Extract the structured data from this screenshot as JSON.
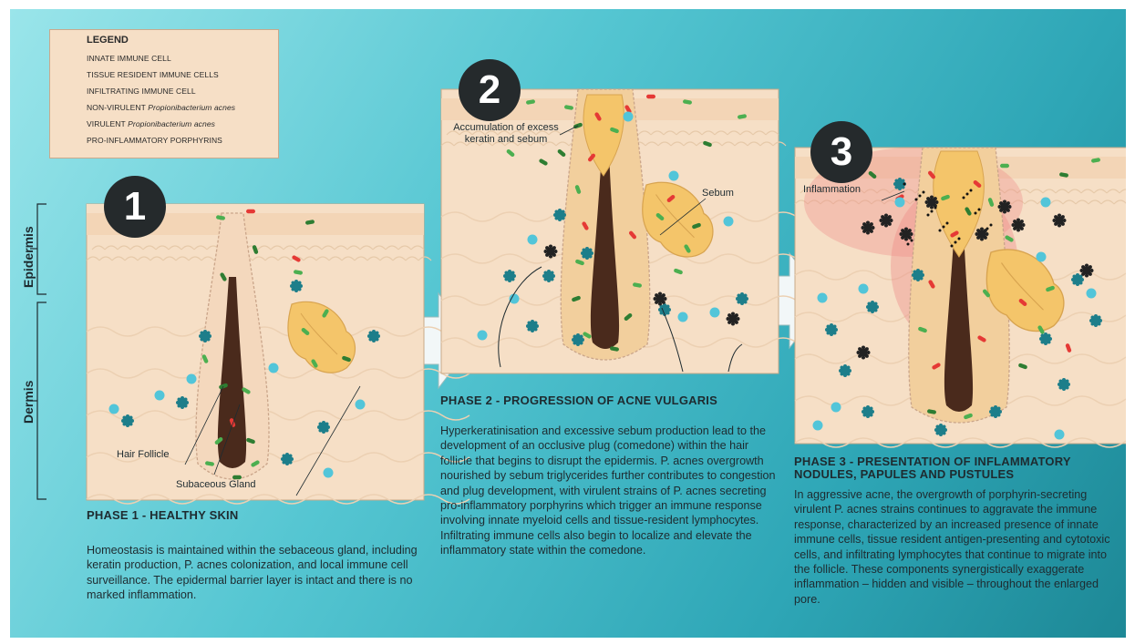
{
  "legend": {
    "title": "LEGEND",
    "items": [
      {
        "key": "innate",
        "label": "INNATE IMMUNE CELL",
        "icon": "innate-immune-cell-icon",
        "color": "#52c5d9"
      },
      {
        "key": "resident",
        "label": "TISSUE RESIDENT IMMUNE CELLS",
        "icon": "tissue-resident-cell-icon",
        "color": "#1d7e8a"
      },
      {
        "key": "infiltrating",
        "label": "INFILTRATING IMMUNE CELL",
        "icon": "infiltrating-cell-icon",
        "color": "#222222"
      },
      {
        "key": "nonvirulent",
        "label": "NON-VIRULENT",
        "label_italic": "Propionibacterium acnes",
        "icon": "non-virulent-bacteria-icon",
        "color": "#4caf50"
      },
      {
        "key": "virulent",
        "label": "VIRULENT",
        "label_italic": "Propionibacterium acnes",
        "icon": "virulent-bacteria-icon",
        "color": "#e53935"
      },
      {
        "key": "porphyrins",
        "label": "PRO-INFLAMMATORY PORPHYRINS",
        "icon": "porphyrins-icon",
        "color": "#111111"
      }
    ]
  },
  "side_labels": {
    "epidermis": "Epidermis",
    "dermis": "Dermis"
  },
  "phases": [
    {
      "number": "1",
      "title": "PHASE 1 - HEALTHY SKIN",
      "text": "Homeostasis is maintained within the sebaceous gland, including keratin production, P. acnes colonization, and local immune cell surveillance. The epidermal barrier layer is intact and there is no marked inflammation.",
      "labels": {
        "hair_follicle": "Hair Follicle",
        "gland": "Subaceous Gland"
      }
    },
    {
      "number": "2",
      "title": "PHASE 2 - PROGRESSION OF ACNE VULGARIS",
      "text": "Hyperkeratinisation and excessive sebum production lead to the development of an occlusive plug (comedone) within the hair follicle that begins to disrupt the epidermis. P. acnes overgrowth nourished by sebum triglycerides further contributes to congestion and plug development, with virulent strains of P. acnes secreting pro-inflammatory porphyrins which trigger an immune response involving innate myeloid cells and tissue-resident lymphocytes. Infiltrating immune cells also begin to localize and elevate the inflammatory state within the comedone.",
      "labels": {
        "accumulation": "Accumulation of excess keratin and sebum",
        "sebum": "Sebum"
      }
    },
    {
      "number": "3",
      "title": "PHASE 3 - PRESENTATION OF INFLAMMATORY NODULES, PAPULES AND PUSTULES",
      "text": "In aggressive acne, the overgrowth of porphyrin-secreting virulent P. acnes strains continues to aggravate the immune response, characterized by an increased presence of innate immune cells, tissue resident antigen-presenting and cytotoxic cells, and infiltrating lymphocytes that continue to migrate into the follicle. These components synergistically exaggerate inflammation – hidden and visible – throughout the enlarged pore.",
      "labels": {
        "inflammation": "Inflammation"
      }
    }
  ],
  "colors": {
    "skin": "#f6dfc6",
    "epidermis_line": "#e6c9a9",
    "hair": "#4a2a1c",
    "sebum": "#f4c56a",
    "inflammation": "#ee8a86",
    "badge": "#252a2c"
  }
}
